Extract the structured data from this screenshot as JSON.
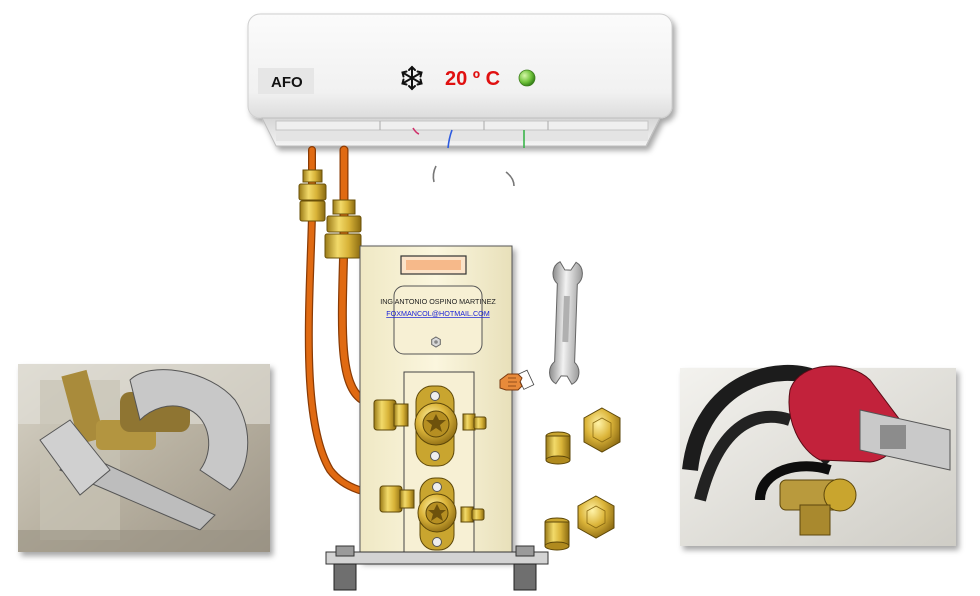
{
  "indoor_unit": {
    "brand": "AFO",
    "mode_icon": "snowflake-icon",
    "temperature": "20 º C",
    "temperature_color": "#e01010",
    "status_led_color": "#6fc23a"
  },
  "outdoor_unit": {
    "label_name": "ING ANTONIO OSPINO MARTINEZ",
    "label_email": "FOXMANCOL@HOTMAIL.COM",
    "email_color": "#1a22d8"
  },
  "colors": {
    "copper_pipe": "#e06a12",
    "brass": "#d4b03a",
    "panel": "#f5efcf",
    "wrench_chrome": "#c8c8c8"
  },
  "photos": {
    "left": "photo-wrench-on-service-valve",
    "right": "photo-adjustable-wrench-on-valve"
  },
  "tools": {
    "wrench": "open-end-wrench-icon",
    "hand": "pointing-hand-icon"
  }
}
